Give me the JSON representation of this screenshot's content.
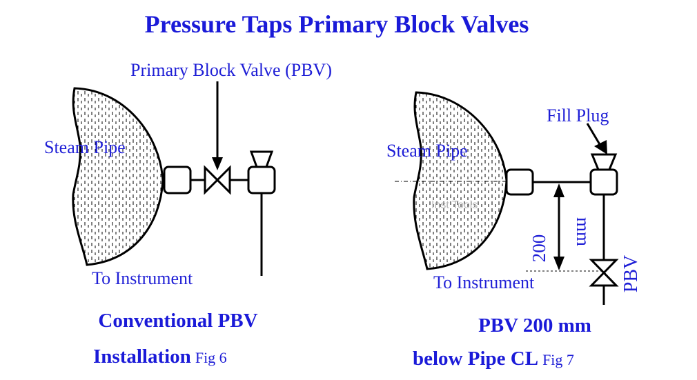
{
  "title": "Pressure Taps Primary Block Valves",
  "watermark": "Inst Tools",
  "fig6": {
    "pbv_label": "Primary Block Valve (PBV)",
    "pipe_label": "Steam Pipe",
    "instrument_label": "To Instrument",
    "caption_line1": "Conventional PBV",
    "caption_line2": "Installation",
    "fig_number": "Fig 6"
  },
  "fig7": {
    "fill_plug_label": "Fill Plug",
    "pipe_label": "Steam Pipe",
    "instrument_label": "To Instrument",
    "dim_value": "200",
    "dim_unit": "mm",
    "pbv_label": "PBV",
    "caption_line1": "PBV 200 mm",
    "caption_line2": "below Pipe CL",
    "fig_number": "Fig 7"
  }
}
